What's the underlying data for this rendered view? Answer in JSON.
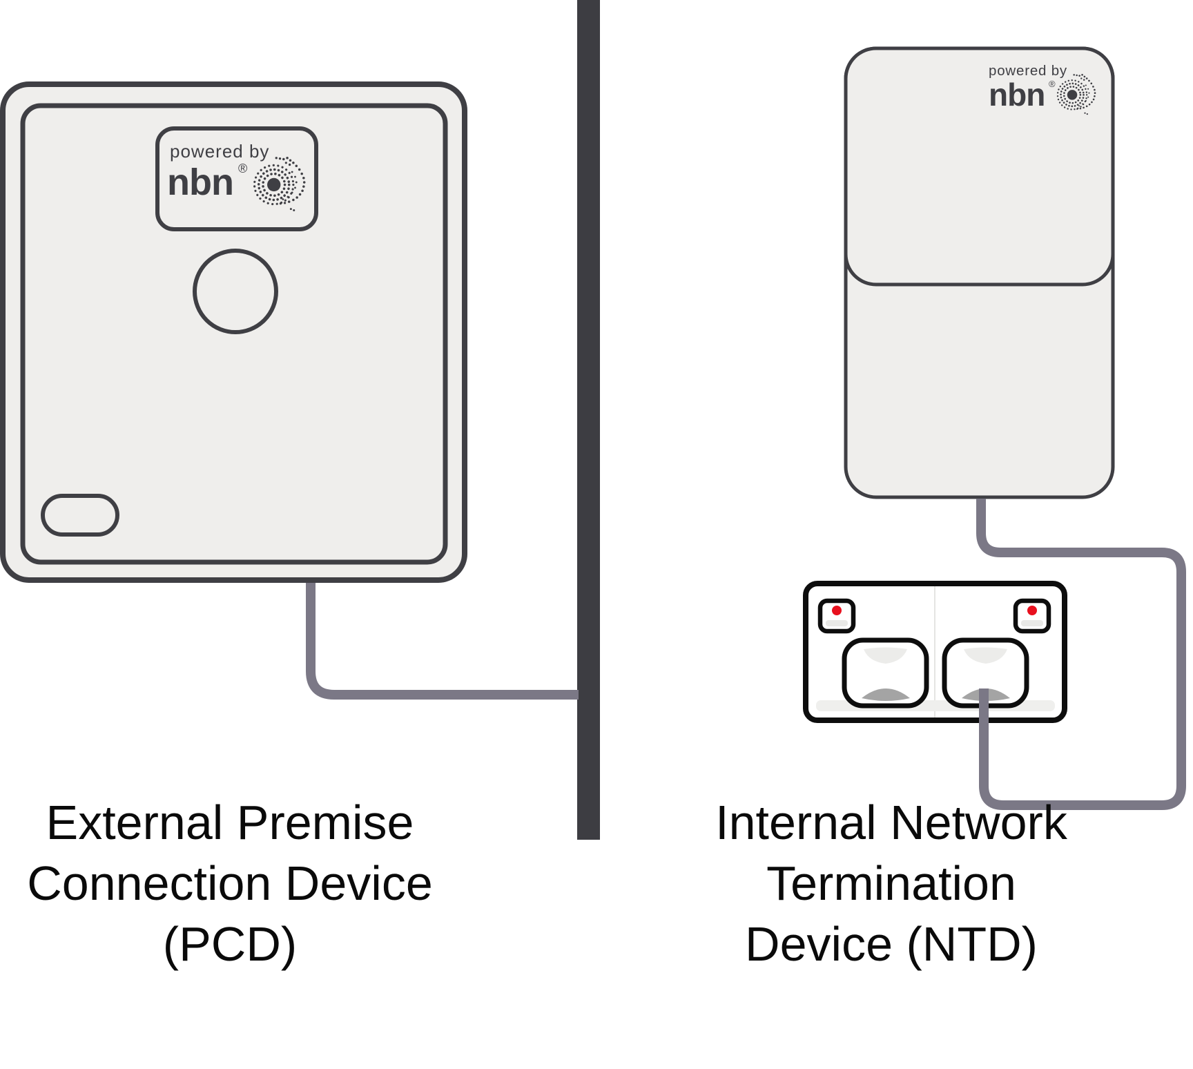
{
  "diagram": {
    "pcd": {
      "label_lines": [
        "External Premise",
        "Connection Device",
        "(PCD)"
      ],
      "logo": {
        "powered_by": "powered by",
        "brand": "nbn",
        "registered": "®"
      }
    },
    "ntd": {
      "label_lines": [
        "Internal Network",
        "Termination",
        "Device (NTD)"
      ],
      "logo": {
        "powered_by": "powered by",
        "brand": "nbn",
        "registered": "®"
      }
    },
    "colors": {
      "device_fill": "#efeeec",
      "device_outline": "#3f3f44",
      "wall": "#3d3d42",
      "cable": "#7b7886",
      "outlet_outline": "#0d0d0d",
      "indicator_red": "#e8101e",
      "socket_slot_gray": "#a4a4a4",
      "socket_shade_gray": "#ececea",
      "label_text": "#0a0a0a"
    }
  }
}
